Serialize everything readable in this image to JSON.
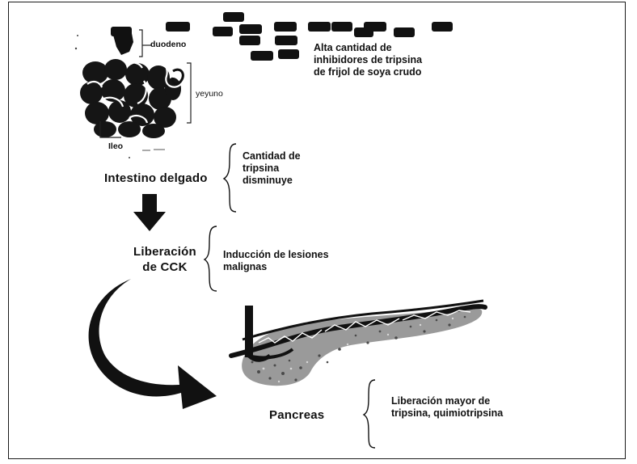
{
  "labels": {
    "duodeno": "duodeno",
    "yeyuno": "yeyuno",
    "ileo": "Ileo",
    "inhibitors_line1": "Alta cantidad  de",
    "inhibitors_line2": "inhibidores de tripsina",
    "inhibitors_line3": "de frijol de soya crudo",
    "intestino": "Intestino delgado",
    "tripsina_line1": "Cantidad de",
    "tripsina_line2": "tripsina",
    "tripsina_line3": "disminuye",
    "liberacion_line1": "Liberación",
    "liberacion_line2": "de CCK",
    "induccion_line1": "Inducción de lesiones",
    "induccion_line2": "malignas",
    "pancreas": "Pancreas",
    "mayor_line1": "Liberación mayor de",
    "mayor_line2": "tripsina, quimiotripsina"
  },
  "colors": {
    "ink": "#111111",
    "background": "#ffffff"
  },
  "icons": {
    "intestine": "small-intestine-illustration",
    "pills": "trypsin-inhibitor-molecules",
    "down_arrow": "down-arrow-icon",
    "curved_arrow": "curved-arrow-icon",
    "pancreas": "pancreas-illustration"
  }
}
